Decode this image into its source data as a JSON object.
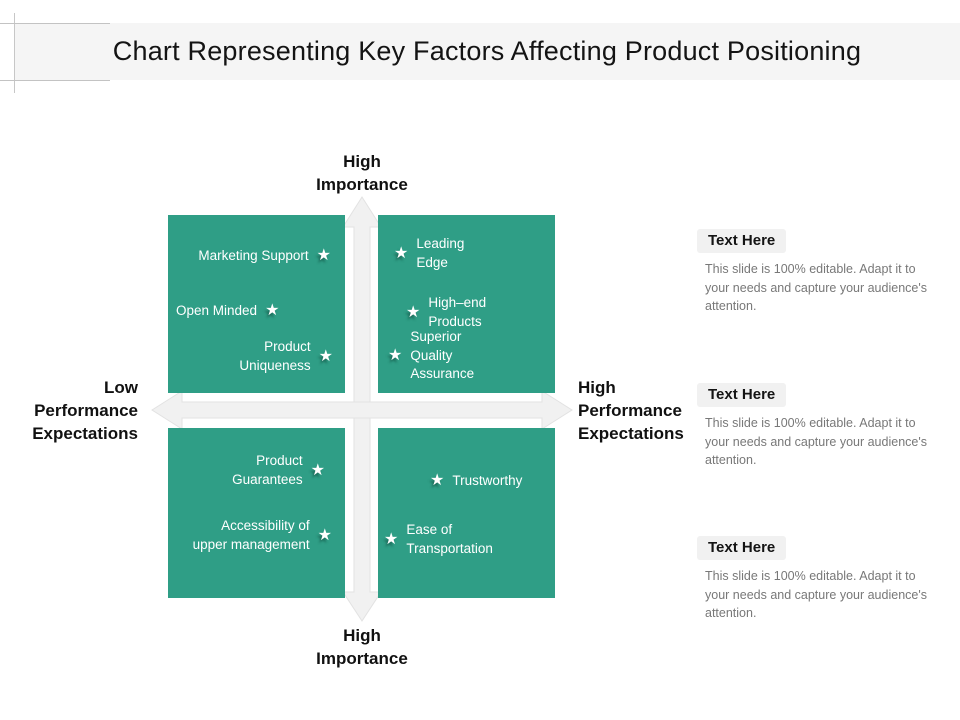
{
  "title": "Chart Representing Key Factors Affecting Product Positioning",
  "colors": {
    "quadrant_fill": "#2f9e86",
    "arrow_fill": "#f1f1f1",
    "arrow_stroke": "#e2e2e2",
    "title_band": "#f5f5f5",
    "body_text": "#787878"
  },
  "icons": {
    "star": "★"
  },
  "axes": {
    "top": "High\nImportance",
    "bottom": "High\nImportance",
    "left": "Low\nPerformance\nExpectations",
    "right": "High\nPerformance\nExpectations"
  },
  "quadrants": {
    "top_left": {
      "items": [
        {
          "label": "Marketing Support"
        },
        {
          "label": "Open Minded"
        },
        {
          "label": "Product Uniqueness"
        }
      ]
    },
    "top_right": {
      "items": [
        {
          "label": "Leading Edge"
        },
        {
          "label": "High–end Products"
        },
        {
          "label": "Superior Quality Assurance"
        }
      ]
    },
    "bottom_left": {
      "items": [
        {
          "label": "Product Guarantees"
        },
        {
          "label": "Accessibility of upper management"
        }
      ]
    },
    "bottom_right": {
      "items": [
        {
          "label": "Trustworthy"
        },
        {
          "label": "Ease of Transportation"
        }
      ]
    }
  },
  "text_sections": [
    {
      "heading": "Text Here",
      "body": "This slide is 100% editable. Adapt it to your needs and capture your audience's attention."
    },
    {
      "heading": "Text Here",
      "body": "This slide is 100% editable. Adapt it to your needs and capture your audience's attention."
    },
    {
      "heading": "Text Here",
      "body": "This slide is 100% editable. Adapt it to your needs and capture your audience's attention."
    }
  ]
}
